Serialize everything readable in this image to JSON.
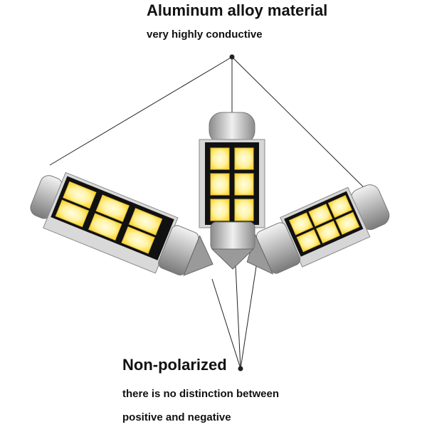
{
  "callout_top": {
    "heading": "Aluminum alloy material",
    "subtext": "very highly conductive"
  },
  "callout_bottom": {
    "heading": "Non-polarized",
    "subtext_line1": "there is no distinction between",
    "subtext_line2": "positive and negative"
  },
  "colors": {
    "led_chip": "#fff6b0",
    "led_glow": "#ffe14a",
    "pcb": "#111111",
    "metal": "#c8c8c8",
    "text": "#111111"
  },
  "bulbs": [
    {
      "name": "left-festoon-bulb",
      "led_count": 6
    },
    {
      "name": "center-festoon-bulb",
      "led_count": 6
    },
    {
      "name": "right-festoon-bulb",
      "led_count": 6
    }
  ]
}
